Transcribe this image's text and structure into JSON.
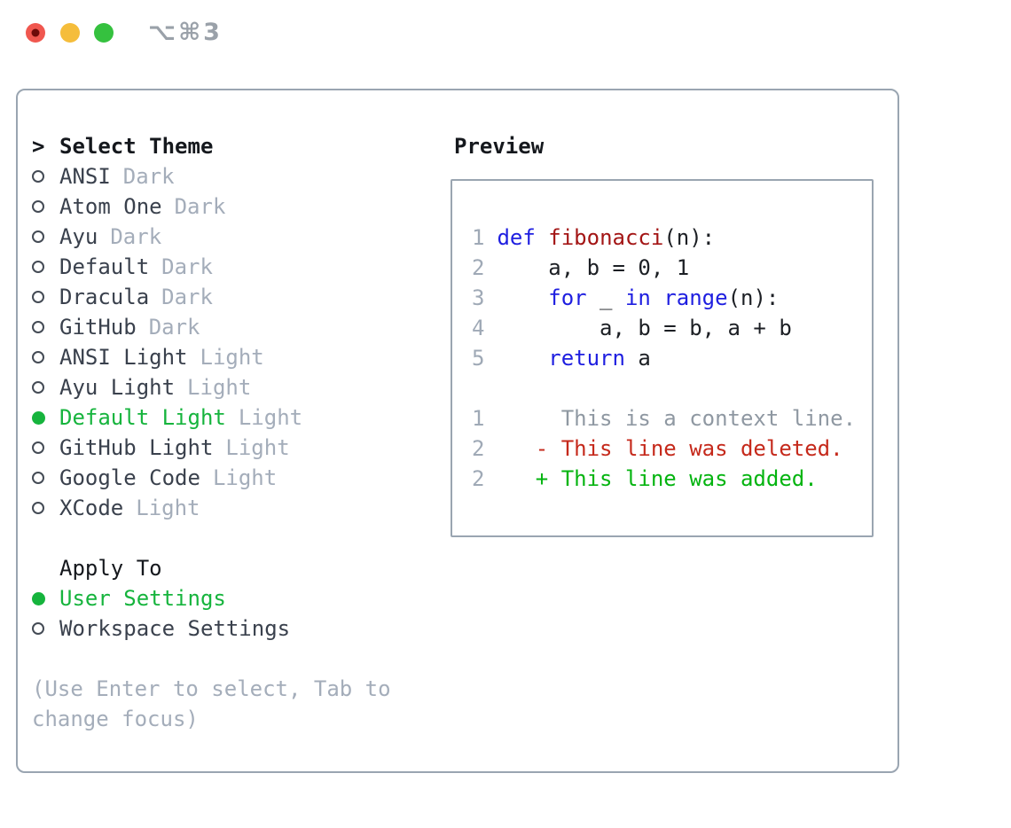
{
  "window": {
    "titlebar": {
      "shortcut_label": "⌥⌘3",
      "buttons": [
        {
          "name": "close",
          "color": "#f0574f",
          "dot_color": "#6e0b09"
        },
        {
          "name": "minimize",
          "color": "#f5bd3b"
        },
        {
          "name": "zoom",
          "color": "#35c13f"
        }
      ]
    }
  },
  "theme_picker": {
    "prompt": ">",
    "title": "Select Theme",
    "items": [
      {
        "name": "ANSI",
        "variant": "Dark",
        "selected": false
      },
      {
        "name": "Atom One",
        "variant": "Dark",
        "selected": false
      },
      {
        "name": "Ayu",
        "variant": "Dark",
        "selected": false
      },
      {
        "name": "Default",
        "variant": "Dark",
        "selected": false
      },
      {
        "name": "Dracula",
        "variant": "Dark",
        "selected": false
      },
      {
        "name": "GitHub",
        "variant": "Dark",
        "selected": false
      },
      {
        "name": "ANSI Light",
        "variant": "Light",
        "selected": false
      },
      {
        "name": "Ayu Light",
        "variant": "Light",
        "selected": false
      },
      {
        "name": "Default Light",
        "variant": "Light",
        "selected": true
      },
      {
        "name": "GitHub Light",
        "variant": "Light",
        "selected": false
      },
      {
        "name": "Google Code",
        "variant": "Light",
        "selected": false
      },
      {
        "name": "XCode",
        "variant": "Light",
        "selected": false
      }
    ]
  },
  "apply_to": {
    "title": "Apply To",
    "options": [
      {
        "label": "User Settings",
        "selected": true
      },
      {
        "label": "Workspace Settings",
        "selected": false
      }
    ]
  },
  "hint_lines": [
    "(Use Enter to select, Tab to",
    "change focus)"
  ],
  "preview": {
    "title": "Preview",
    "lines": [
      {
        "num": "1",
        "segments": [
          {
            "text": " ",
            "style": "plain"
          },
          {
            "text": "def",
            "style": "keyword"
          },
          {
            "text": " ",
            "style": "plain"
          },
          {
            "text": "fibonacci",
            "style": "function"
          },
          {
            "text": "(n):",
            "style": "plain"
          }
        ]
      },
      {
        "num": "2",
        "segments": [
          {
            "text": "     a, b = 0, 1",
            "style": "plain"
          }
        ]
      },
      {
        "num": "3",
        "segments": [
          {
            "text": "     ",
            "style": "plain"
          },
          {
            "text": "for",
            "style": "keyword"
          },
          {
            "text": " _ ",
            "style": "plain"
          },
          {
            "text": "in",
            "style": "keyword"
          },
          {
            "text": " ",
            "style": "plain"
          },
          {
            "text": "range",
            "style": "keyword"
          },
          {
            "text": "(n):",
            "style": "plain"
          }
        ]
      },
      {
        "num": "4",
        "segments": [
          {
            "text": "         a, b = b, a + b",
            "style": "plain"
          }
        ]
      },
      {
        "num": "5",
        "segments": [
          {
            "text": "     ",
            "style": "plain"
          },
          {
            "text": "return",
            "style": "keyword"
          },
          {
            "text": " a",
            "style": "plain"
          }
        ]
      },
      {
        "num": "",
        "segments": []
      },
      {
        "num": "1",
        "segments": [
          {
            "text": "      This is a context line.",
            "style": "context"
          }
        ]
      },
      {
        "num": "2",
        "segments": [
          {
            "text": "    - This line was deleted.",
            "style": "deleted"
          }
        ]
      },
      {
        "num": "2",
        "segments": [
          {
            "text": "    + This line was added.",
            "style": "added"
          }
        ]
      }
    ]
  },
  "colors": {
    "plain": "#1c1f24",
    "keyword": "#1e1ee0",
    "function": "#a31515",
    "context": "#8f98a2",
    "deleted": "#c5291b",
    "added": "#04b410",
    "selection_green": "#16b43d",
    "line_number": "#9fa9b6",
    "muted": "#a4adba",
    "border": "#9aa5b1",
    "heading": "#15181d",
    "item_text": "#3a414d",
    "circle_stroke": "#444b55",
    "shortcut": "#9aa1a9"
  }
}
